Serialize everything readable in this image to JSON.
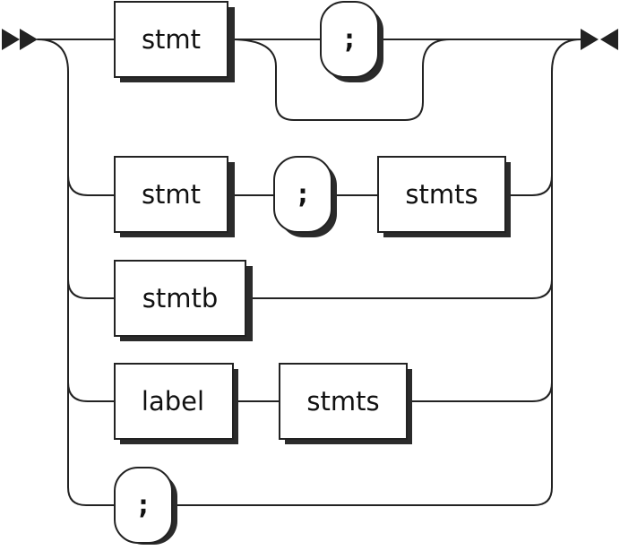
{
  "diagram": {
    "nodes": [
      {
        "id": "r1_stmt",
        "kind": "nonterminal",
        "label": "stmt"
      },
      {
        "id": "r1_semi",
        "kind": "terminal",
        "label": ";"
      },
      {
        "id": "r2_stmt",
        "kind": "nonterminal",
        "label": "stmt"
      },
      {
        "id": "r2_semi",
        "kind": "terminal",
        "label": ";"
      },
      {
        "id": "r2_stmts",
        "kind": "nonterminal",
        "label": "stmts"
      },
      {
        "id": "r3_stmtb",
        "kind": "nonterminal",
        "label": "stmtb"
      },
      {
        "id": "r4_label",
        "kind": "nonterminal",
        "label": "label"
      },
      {
        "id": "r4_stmts",
        "kind": "nonterminal",
        "label": "stmts"
      },
      {
        "id": "r5_semi",
        "kind": "terminal",
        "label": ";"
      }
    ]
  }
}
